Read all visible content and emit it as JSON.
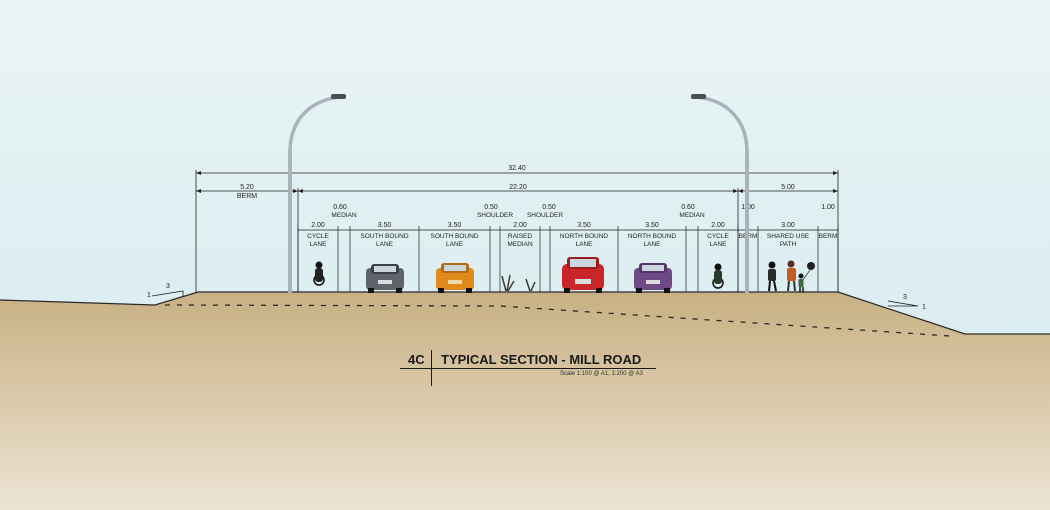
{
  "section": {
    "code": "4C",
    "title": "TYPICAL SECTION  - MILL ROAD",
    "scale": "Scale 1:100 @ A1, 1:200 @ A3"
  },
  "dimensions": {
    "overall": "32.40",
    "berm_left_width": "5.20",
    "berm_left_label": "BERM",
    "road_width": "22.20",
    "right_width": "5.00"
  },
  "lanes": [
    {
      "id": "cycle-lane-left",
      "width": "2.00",
      "label": [
        "CYCLE",
        "LANE"
      ]
    },
    {
      "id": "median-left",
      "width": "0.60",
      "label": [
        "MEDIAN"
      ]
    },
    {
      "id": "south-bound-lane-1",
      "width": "3.50",
      "label": [
        "SOUTH BOUND",
        "LANE"
      ]
    },
    {
      "id": "south-bound-lane-2",
      "width": "3.50",
      "label": [
        "SOUTH BOUND",
        "LANE"
      ]
    },
    {
      "id": "shoulder-left",
      "width": "0.50",
      "label": [
        "SHOULDER"
      ]
    },
    {
      "id": "raised-median",
      "width": "2.00",
      "label": [
        "RAISED",
        "MEDIAN"
      ]
    },
    {
      "id": "shoulder-right",
      "width": "0.50",
      "label": [
        "SHOULDER"
      ]
    },
    {
      "id": "north-bound-lane-1",
      "width": "3.50",
      "label": [
        "NORTH BOUND",
        "LANE"
      ]
    },
    {
      "id": "north-bound-lane-2",
      "width": "3.50",
      "label": [
        "NORTH BOUND",
        "LANE"
      ]
    },
    {
      "id": "median-right",
      "width": "0.60",
      "label": [
        "MEDIAN"
      ]
    },
    {
      "id": "cycle-lane-right",
      "width": "2.00",
      "label": [
        "CYCLE",
        "LANE"
      ]
    },
    {
      "id": "berm-mid",
      "width": "1.00",
      "label": [
        "BERM"
      ]
    },
    {
      "id": "shared-use-path",
      "width": "3.00",
      "label": [
        "SHARED USE",
        "PATH"
      ]
    },
    {
      "id": "berm-right",
      "width": "1.00",
      "label": [
        "BERM"
      ]
    }
  ],
  "slopes": {
    "left": {
      "run": "3",
      "rise": "1"
    },
    "right": {
      "run": "3",
      "rise": "1"
    }
  },
  "colors": {
    "sky_top": "#eaf4f4",
    "sky_bottom": "#d2e9ef",
    "ground_top": "#c8b083",
    "ground_bottom": "#ede4d4",
    "line": "#222222",
    "car_red": "#c8262b",
    "car_orange": "#e08a1e",
    "car_grey": "#9aa0a8",
    "car_purple": "#6f4a86"
  }
}
